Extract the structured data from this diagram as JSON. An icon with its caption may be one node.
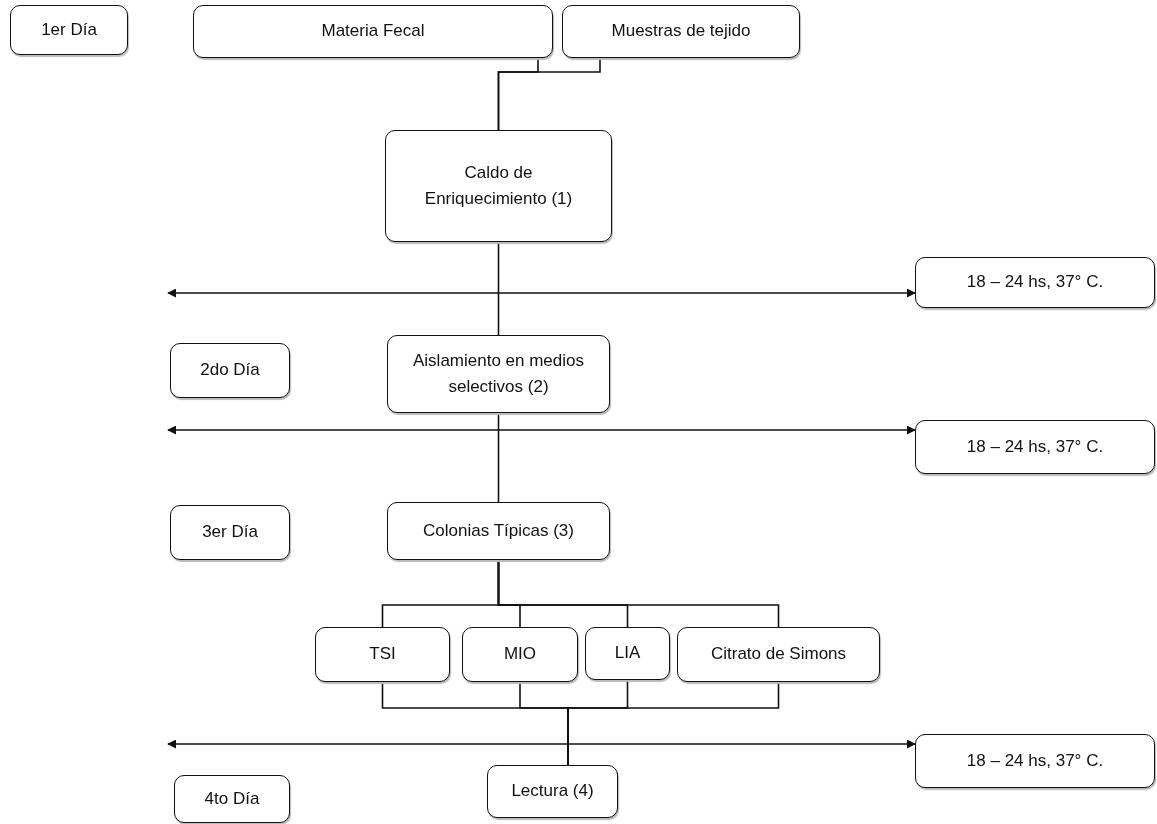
{
  "diagram": {
    "nodes": [
      {
        "text": [
          "1er Día"
        ]
      },
      {
        "text": [
          "Materia Fecal"
        ]
      },
      {
        "text": [
          "Muestras de tejido"
        ]
      },
      {
        "text": [
          "Caldo de Enriquecimiento (1)"
        ]
      },
      {
        "text": [
          "18 – 24 hs, 37° C."
        ]
      },
      {
        "text": [
          "2do Día"
        ]
      },
      {
        "text": [
          "Aislamiento en medios selectivos (2)"
        ]
      },
      {
        "text": [
          "18 – 24 hs, 37° C."
        ]
      },
      {
        "text": [
          "3er Día"
        ]
      },
      {
        "text": [
          "Colonias Típicas (3)"
        ]
      },
      {
        "text": [
          "TSI"
        ]
      },
      {
        "text": [
          "MIO"
        ]
      },
      {
        "text": [
          "LIA"
        ]
      },
      {
        "text": [
          "Citrato de Simons"
        ]
      },
      {
        "text": [
          "18 – 24 hs, 37° C."
        ]
      },
      {
        "text": [
          "4to Día"
        ]
      },
      {
        "text": [
          "Lectura (4)"
        ]
      }
    ],
    "edges": [
      {
        "from": 1,
        "to": 3,
        "arrow": "none"
      },
      {
        "from": 2,
        "to": 3,
        "arrow": "none"
      },
      {
        "from": null,
        "to": 4,
        "arrow": "both"
      },
      {
        "from": 3,
        "to": 6,
        "arrow": "none"
      },
      {
        "from": null,
        "to": 7,
        "arrow": "both"
      },
      {
        "from": 6,
        "to": 9,
        "arrow": "none"
      },
      {
        "from": 9,
        "to": 10,
        "arrow": "none"
      },
      {
        "from": 9,
        "to": 11,
        "arrow": "none"
      },
      {
        "from": 9,
        "to": 12,
        "arrow": "none"
      },
      {
        "from": 9,
        "to": 13,
        "arrow": "none"
      },
      {
        "from": null,
        "to": 14,
        "arrow": "both"
      },
      {
        "from": 10,
        "to": 16,
        "arrow": "none"
      },
      {
        "from": 11,
        "to": 16,
        "arrow": "none"
      },
      {
        "from": 12,
        "to": 16,
        "arrow": "none"
      },
      {
        "from": 13,
        "to": 16,
        "arrow": "none"
      }
    ]
  }
}
